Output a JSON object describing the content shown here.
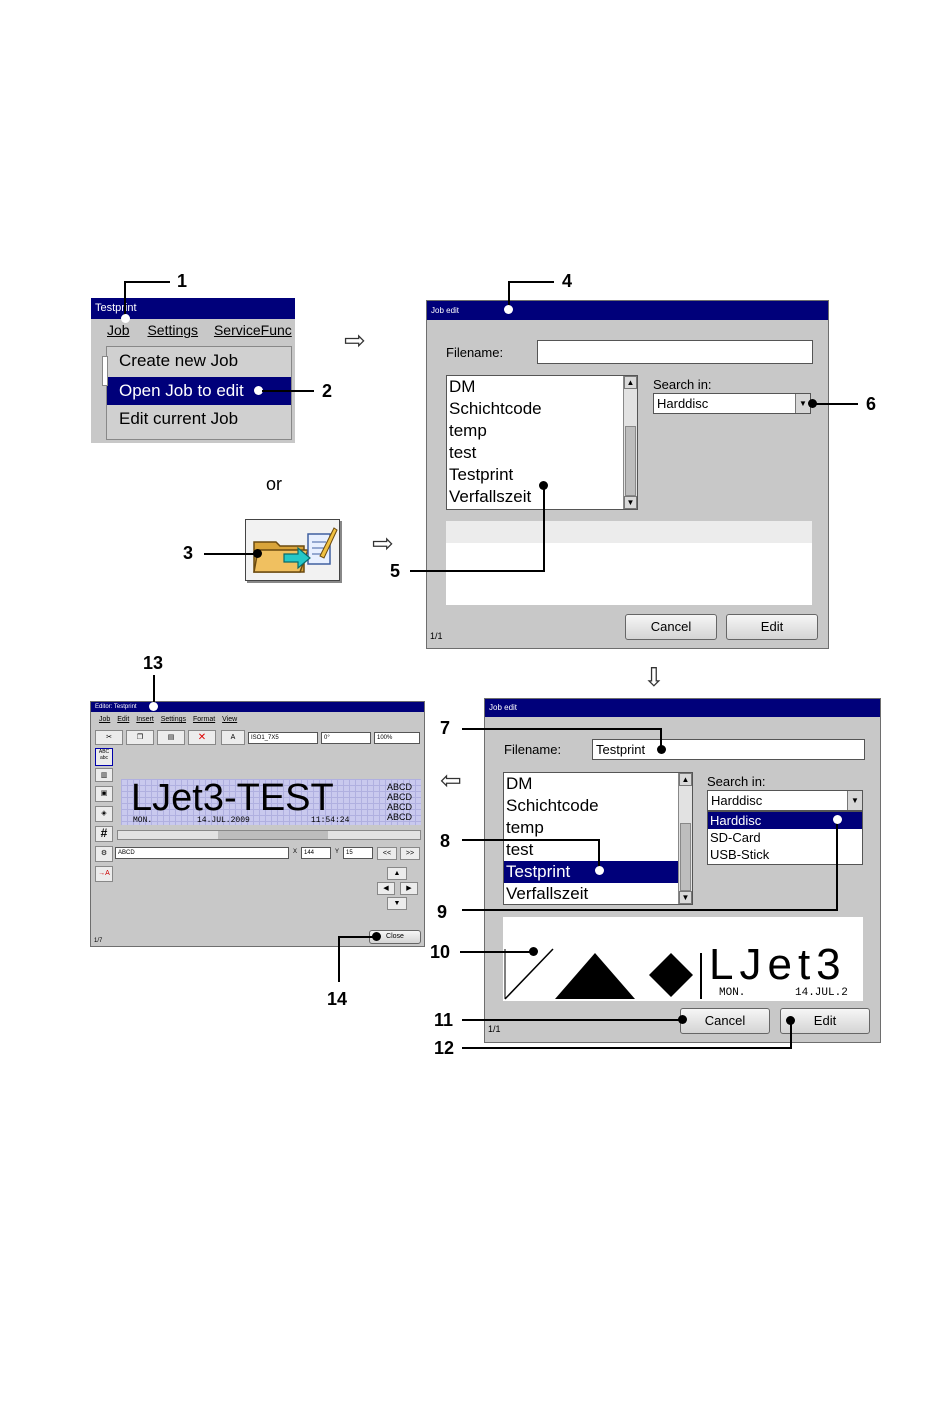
{
  "labels": {
    "n1": "1",
    "n2": "2",
    "n3": "3",
    "n4": "4",
    "n5": "5",
    "n6": "6",
    "n7": "7",
    "n8": "8",
    "n9": "9",
    "n10": "10",
    "n11": "11",
    "n12": "12",
    "n13": "13",
    "n14": "14",
    "or": "or"
  },
  "arrows": {
    "right": "⇨",
    "down": "⇩",
    "left": "⇦"
  },
  "menu_window": {
    "title": "Testprint",
    "menubar": [
      "Job",
      "Settings",
      "ServiceFunc"
    ],
    "items": [
      "Create new Job",
      "Open Job to edit",
      "Edit current Job"
    ]
  },
  "dialog1": {
    "title": "Job edit",
    "filename_label": "Filename:",
    "filename_value": "",
    "search_label": "Search in:",
    "search_value": "Harddisc",
    "files": [
      "DM",
      "Schichtcode",
      "temp",
      "test",
      "Testprint",
      "Verfallszeit"
    ],
    "page": "1/1",
    "cancel": "Cancel",
    "edit": "Edit"
  },
  "dialog2": {
    "title": "Job edit",
    "filename_label": "Filename:",
    "filename_value": "Testprint",
    "search_label": "Search in:",
    "search_value": "Harddisc",
    "search_options": [
      "Harddisc",
      "SD-Card",
      "USB-Stick"
    ],
    "files": [
      "DM",
      "Schichtcode",
      "temp",
      "test",
      "Testprint",
      "Verfallszeit"
    ],
    "selected_file": "Testprint",
    "preview_text": "LJet3",
    "preview_sub1": "MON.",
    "preview_sub2": "14.JUL.2",
    "page": "1/1",
    "cancel": "Cancel",
    "edit": "Edit"
  },
  "editor": {
    "title": "Editor: Testprint",
    "menubar": [
      "Job",
      "Edit",
      "Insert",
      "Settings",
      "Format",
      "View"
    ],
    "font_field": "ISO1_7X5",
    "angle_field": "0°",
    "zoom_field": "100%",
    "canvas_text": "LJet3-TEST",
    "canvas_sub1": "MON.",
    "canvas_sub2": "14.JUL.2009",
    "canvas_sub3": "11:54:24",
    "canvas_abcd": [
      "ABCD",
      "ABCD",
      "ABCD",
      "ABCD"
    ],
    "side_tool_text": "ABC abc",
    "side_hash": "#",
    "side_a": "→A",
    "text_field": "ABCD",
    "x_label": "X",
    "x_value": "144",
    "y_label": "Y",
    "y_value": "15",
    "prev": "<<",
    "next": ">>",
    "page": "1/7",
    "close": "Close"
  },
  "colors": {
    "titlebar": "#00007a",
    "dialog_bg": "#c8c8c8",
    "canvas_bg": "#c9c9ee"
  }
}
